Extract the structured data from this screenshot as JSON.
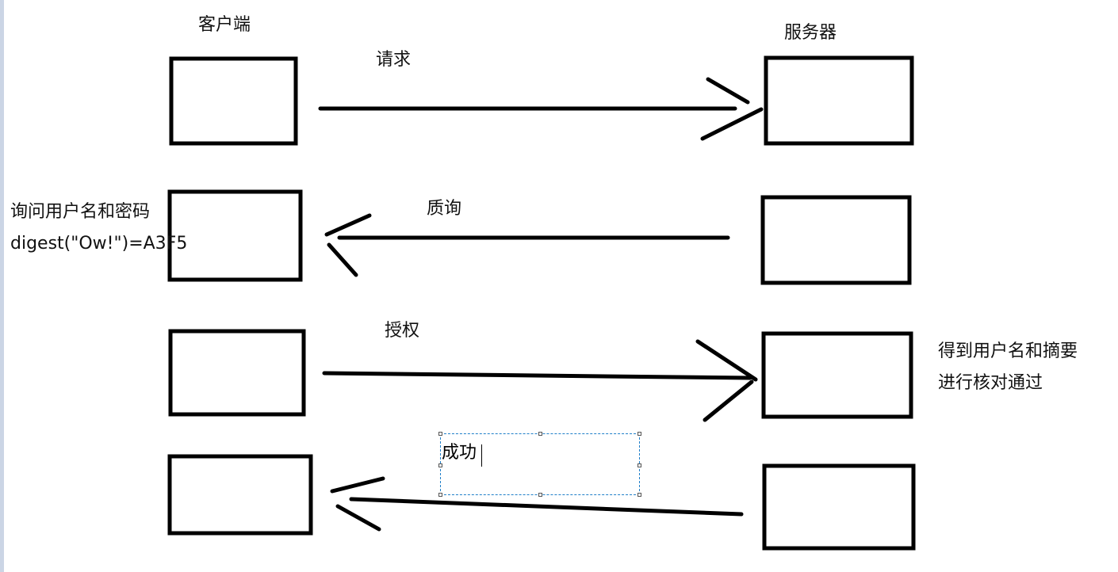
{
  "diagram": {
    "client_label": "客户端",
    "server_label": "服务器",
    "steps": [
      {
        "label": "请求",
        "direction": "client-to-server"
      },
      {
        "label": "质询",
        "direction": "server-to-client"
      },
      {
        "label": "授权",
        "direction": "client-to-server"
      },
      {
        "label": "成功",
        "direction": "server-to-client"
      }
    ],
    "client_note": {
      "line1": "询问用户名和密码",
      "line2": "digest(\"Ow!\")=A3F5"
    },
    "server_note": {
      "line1": "得到用户名和摘要",
      "line2": "进行核对通过"
    }
  },
  "colors": {
    "stroke": "#000000",
    "selection": "#1f7fc9",
    "sidebar": "#cbd5e5"
  }
}
